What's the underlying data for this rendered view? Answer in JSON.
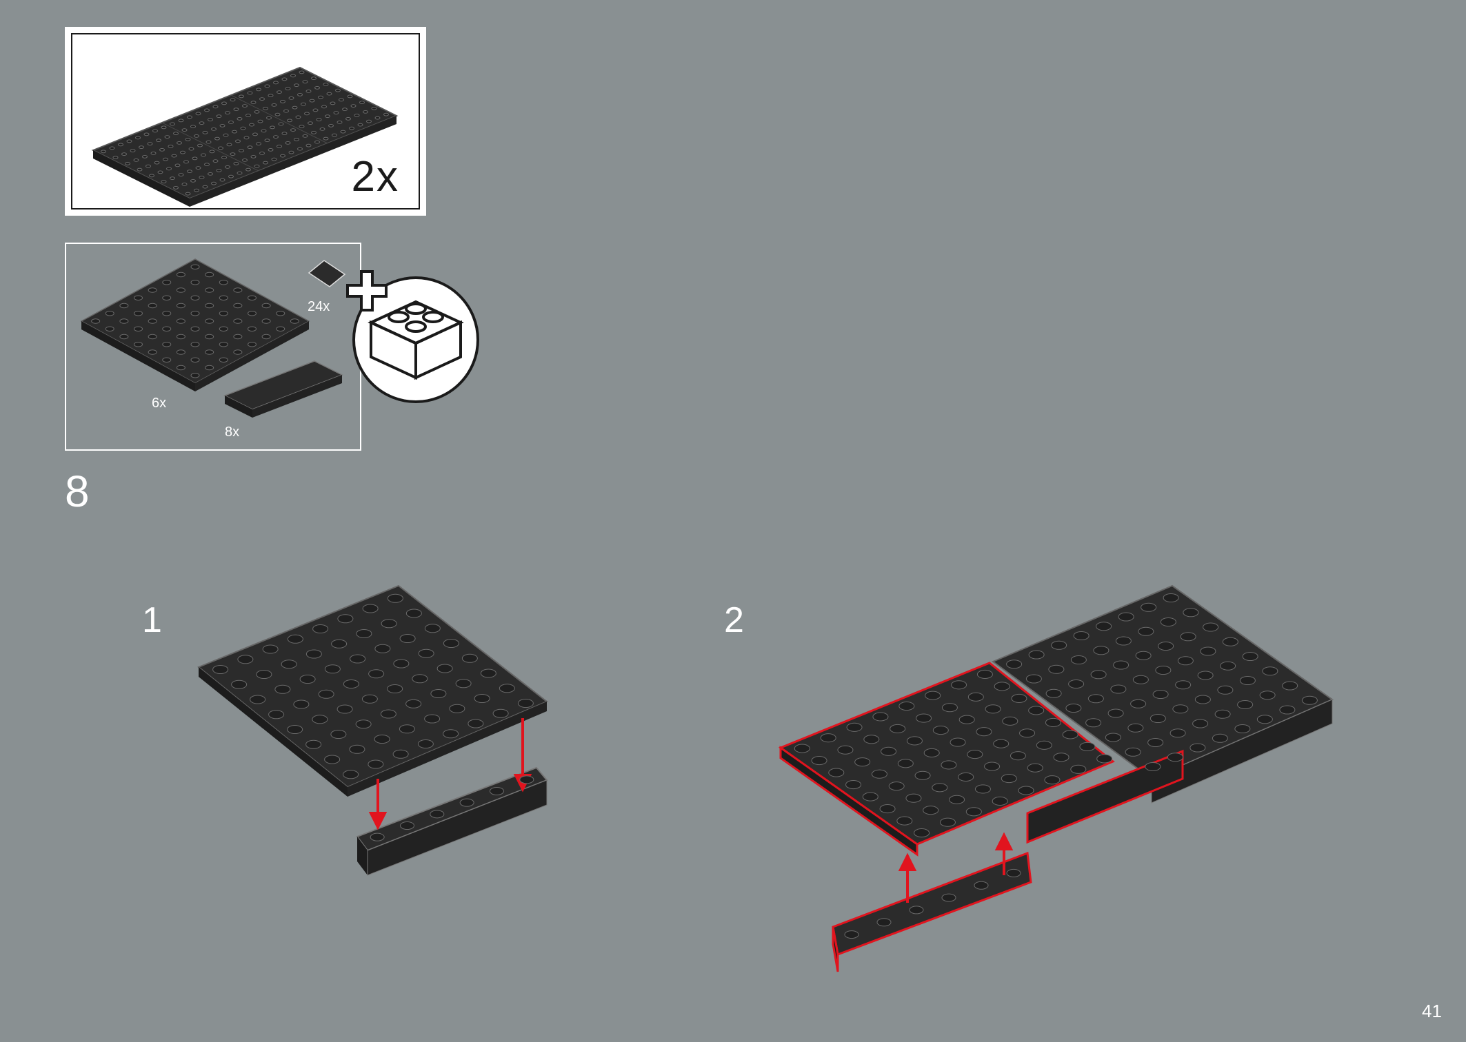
{
  "result": {
    "quantity": "2x"
  },
  "parts": [
    {
      "quantity": "24x",
      "icon": "tile-slope-icon"
    },
    {
      "quantity": "6x",
      "icon": "plate-8x8-icon"
    },
    {
      "quantity": "8x",
      "icon": "bracket-1x6-icon"
    }
  ],
  "extra_bag_icon": "add-brick-icon",
  "step": {
    "number": "8"
  },
  "substeps": [
    {
      "number": "1"
    },
    {
      "number": "2"
    }
  ],
  "page": {
    "number": "41"
  },
  "colors": {
    "background": "#899092",
    "part": "#2b2b2b",
    "highlight": "#e1141e"
  }
}
